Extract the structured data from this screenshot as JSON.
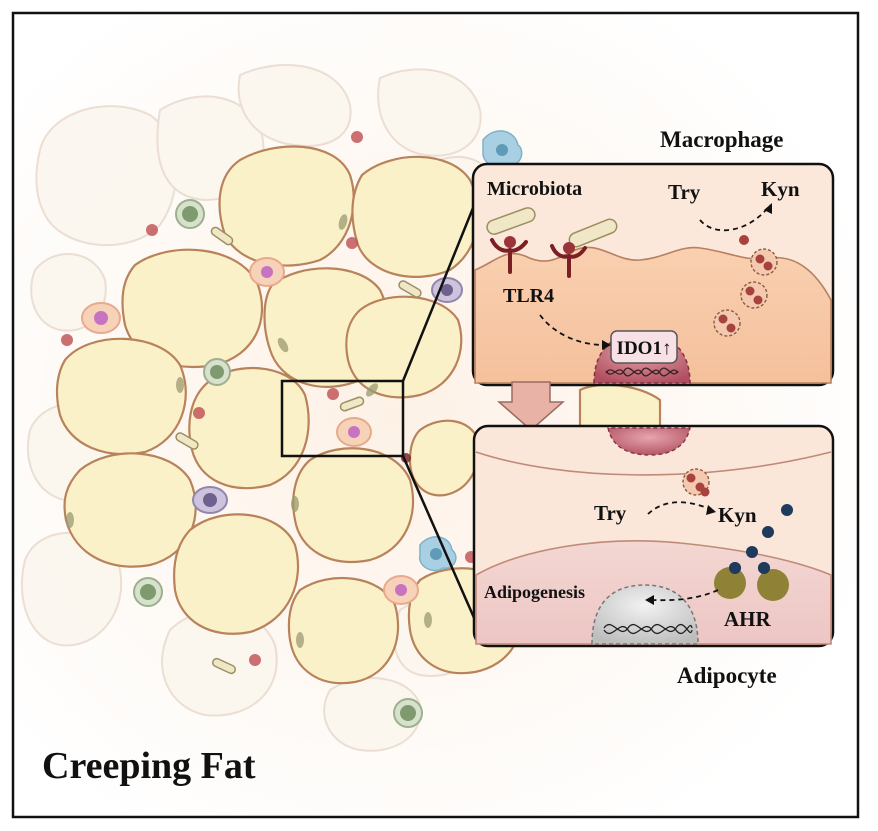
{
  "labels": {
    "title": "Creeping Fat",
    "macrophage": "Macrophage",
    "adipocyte": "Adipocyte"
  },
  "macrophage_panel": {
    "microbiota": "Microbiota",
    "tlr4": "TLR4",
    "try": "Try",
    "kyn": "Kyn",
    "ido1": "IDO1↑"
  },
  "adipocyte_panel": {
    "try": "Try",
    "kyn": "Kyn",
    "adipogenesis": "Adipogenesis",
    "ahr": "AHR"
  },
  "colors": {
    "fat_cell_fill": "#fbf1c9",
    "fat_cell_stroke": "#b8825a",
    "faded_cell_fill": "#fbf6ee",
    "faded_cell_stroke": "#eadbd0",
    "panel_fill": "#fce4d4",
    "macrophage_membrane": "#f7c9a8",
    "adipocyte_inner": "#f0d0cc",
    "nucleus": "#c25e6a",
    "dot_red": "#a8423c",
    "dot_navy": "#1e3a5c",
    "ahr_olive": "#8f8236",
    "arrow_fill": "#e8b3a6"
  }
}
